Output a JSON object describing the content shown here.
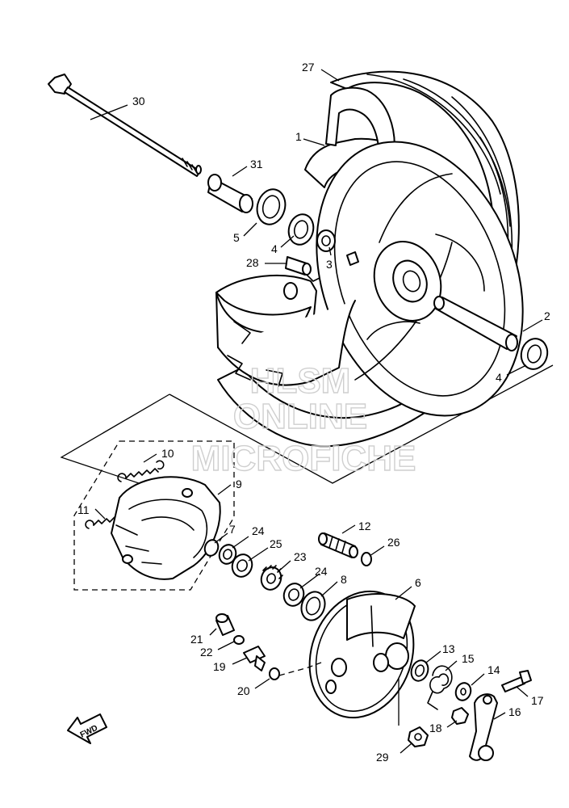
{
  "watermark": {
    "line1": "HLSM",
    "line2": "ONLINE",
    "line3": "MICROFICHE"
  },
  "direction_arrow": {
    "label": "FWD"
  },
  "callouts": [
    {
      "id": "c27",
      "text": "27"
    },
    {
      "id": "c30",
      "text": "30"
    },
    {
      "id": "c1",
      "text": "1"
    },
    {
      "id": "c31",
      "text": "31"
    },
    {
      "id": "c5",
      "text": "5"
    },
    {
      "id": "c4a",
      "text": "4"
    },
    {
      "id": "c3",
      "text": "3"
    },
    {
      "id": "c28",
      "text": "28"
    },
    {
      "id": "c2",
      "text": "2"
    },
    {
      "id": "c4b",
      "text": "4"
    },
    {
      "id": "c10",
      "text": "10"
    },
    {
      "id": "c9",
      "text": "9"
    },
    {
      "id": "c11",
      "text": "11"
    },
    {
      "id": "c7",
      "text": "7"
    },
    {
      "id": "c24a",
      "text": "24"
    },
    {
      "id": "c12",
      "text": "12"
    },
    {
      "id": "c26",
      "text": "26"
    },
    {
      "id": "c25",
      "text": "25"
    },
    {
      "id": "c23",
      "text": "23"
    },
    {
      "id": "c24b",
      "text": "24"
    },
    {
      "id": "c8",
      "text": "8"
    },
    {
      "id": "c6",
      "text": "6"
    },
    {
      "id": "c21",
      "text": "21"
    },
    {
      "id": "c22",
      "text": "22"
    },
    {
      "id": "c19",
      "text": "19"
    },
    {
      "id": "c13",
      "text": "13"
    },
    {
      "id": "c15",
      "text": "15"
    },
    {
      "id": "c14",
      "text": "14"
    },
    {
      "id": "c20",
      "text": "20"
    },
    {
      "id": "c17",
      "text": "17"
    },
    {
      "id": "c16",
      "text": "16"
    },
    {
      "id": "c18",
      "text": "18"
    },
    {
      "id": "c29",
      "text": "29"
    }
  ]
}
